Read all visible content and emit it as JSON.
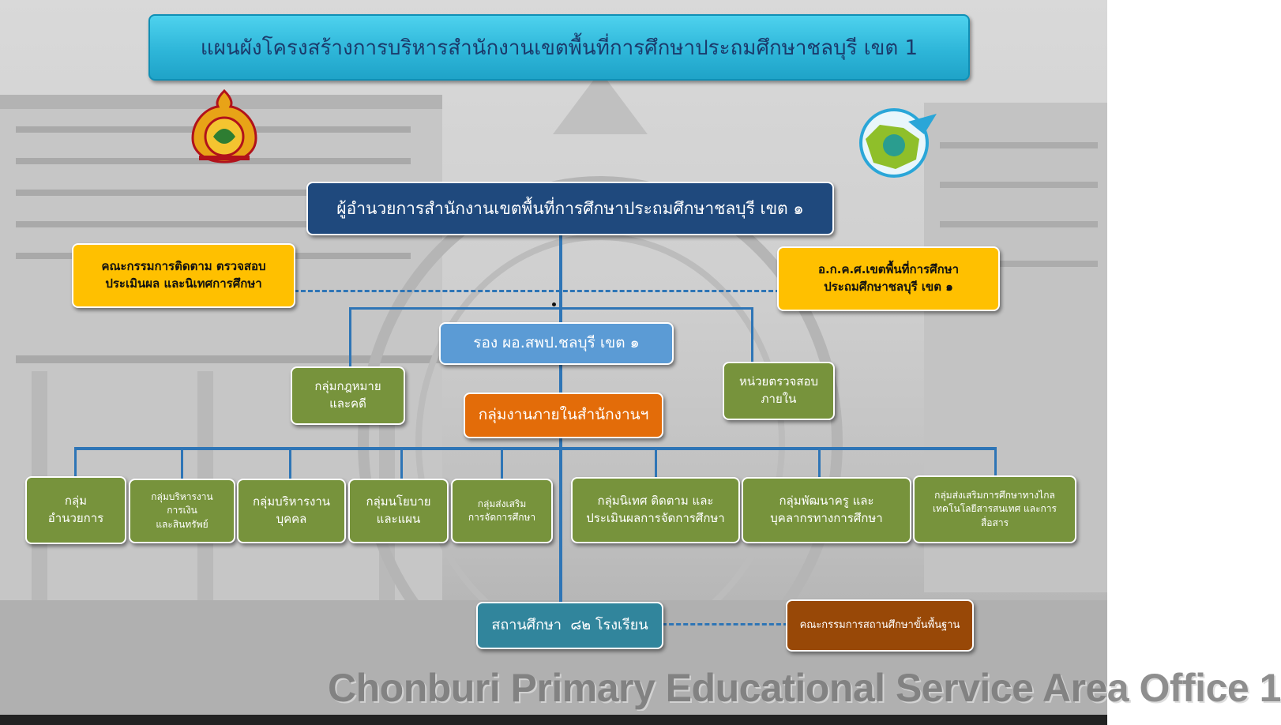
{
  "title": "แผนผังโครงสร้างการบริหารสำนักงานเขตพื้นที่การศึกษาประถมศึกษาชลบุรี เขต 1",
  "director": "ผู้อำนวยการสำนักงานเขตพื้นที่การศึกษาประถมศึกษาชลบุรี เขต ๑",
  "committee_left": [
    "คณะกรรมการติดตาม ตรวจสอบ",
    "ประเมินผล และนิเทศการศึกษา"
  ],
  "committee_right": [
    "อ.ก.ค.ศ.เขตพื้นที่การศึกษา",
    "ประถมศึกษาชลบุรี เขต ๑"
  ],
  "deputy": "รอง ผอ.สพป.ชลบุรี เขต ๑",
  "legal_group": [
    "กลุ่มกฎหมาย",
    "และคดี"
  ],
  "audit_unit": [
    "หน่วยตรวจสอบ",
    "ภายใน"
  ],
  "internal_groups": "กลุ่มงานภายในสำนักงานฯ",
  "groups": [
    [
      "กลุ่ม",
      "อำนวยการ"
    ],
    [
      "กลุ่มบริหารงาน",
      "การเงิน",
      "และสินทรัพย์"
    ],
    [
      "กลุ่มบริหารงาน",
      "บุคคล"
    ],
    [
      "กลุ่มนโยบาย",
      "และแผน"
    ],
    [
      "กลุ่มส่งเสริม",
      "การจัดการศึกษา"
    ],
    [
      "กลุ่มนิเทศ ติดตาม และ",
      "ประเมินผลการจัดการศึกษา"
    ],
    [
      "กลุ่มพัฒนาครู และ",
      "บุคลากรทางการศึกษา"
    ],
    [
      "กลุ่มส่งเสริมการศึกษาทางไกล",
      "เทคโนโลยีสารสนเทศ และการ",
      "สื่อสาร"
    ]
  ],
  "schools": "สถานศึกษา  ๘๒ โรงเรียน",
  "basic_committee": "คณะกรรมการสถานศึกษาขั้นพื้นฐาน",
  "footer": "Chonburi Primary Educational Service Area Office 1",
  "colors": {
    "navy": "#1f497d",
    "green": "#77933c",
    "yellow": "#ffc000",
    "orange": "#e36c09",
    "teal": "#31859c",
    "brown": "#984807",
    "line": "#2e75b6"
  },
  "icons": [
    "ministry-emblem-icon",
    "office-logo-icon"
  ]
}
